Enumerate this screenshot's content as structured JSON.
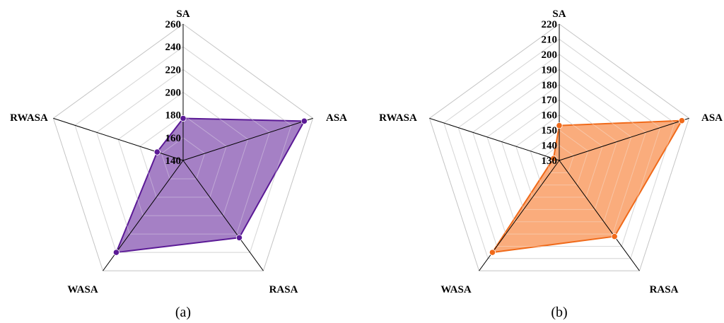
{
  "chart_data": [
    {
      "type": "radar",
      "caption": "(a)",
      "axes": [
        "SA",
        "ASA",
        "RASA",
        "WASA",
        "RWASA"
      ],
      "values": [
        177,
        252,
        224,
        240,
        164
      ],
      "range": [
        140,
        260
      ],
      "ticks": [
        140,
        160,
        180,
        200,
        220,
        240,
        260
      ],
      "grid": true,
      "color": "#5b1a96",
      "fill": "#9b72bf"
    },
    {
      "type": "radar",
      "caption": "(b)",
      "axes": [
        "SA",
        "ASA",
        "RASA",
        "WASA",
        "RWASA"
      ],
      "values": [
        153,
        215,
        192,
        205,
        134
      ],
      "range": [
        130,
        220
      ],
      "ticks": [
        130,
        140,
        150,
        160,
        170,
        180,
        190,
        200,
        210,
        220
      ],
      "grid": true,
      "color": "#f06a1a",
      "fill": "#f9a36e"
    }
  ]
}
